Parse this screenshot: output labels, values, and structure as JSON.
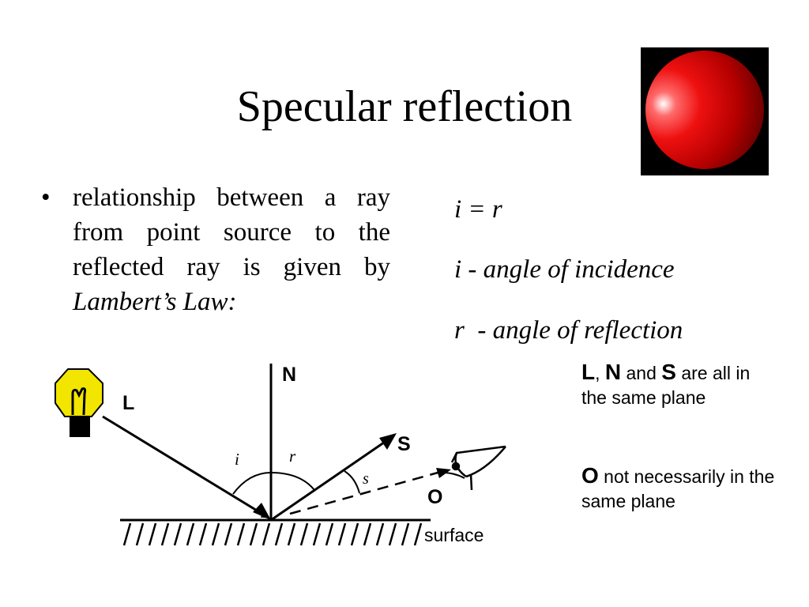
{
  "slide": {
    "title": "Specular reflection"
  },
  "bullet": {
    "marker": "•",
    "text_main": "relationship between a ray from point source to the reflected ray is given by ",
    "text_emph": "Lambert’s Law:"
  },
  "equations": {
    "eq1": "i = r",
    "eq2": "i - angle of incidence",
    "eq3": "r  - angle of reflection"
  },
  "note": {
    "line1_L": "L",
    "line1_comma": ",",
    "line1_N": "N",
    "line1_and": "and",
    "line1_S": "S",
    "line1_rest": "are all in the same plane",
    "line2_O": "O",
    "line2_rest": "not necessarily in the same plane"
  },
  "diagram": {
    "label_N": "N",
    "label_L": "L",
    "label_S": "S",
    "label_O": "O",
    "label_i": "i",
    "label_r": "r",
    "label_s": "s",
    "label_surface": "surface"
  },
  "colors": {
    "bulb": "#f2e600",
    "ball": "#e00000",
    "ball_bg": "#000000"
  },
  "icons": {
    "light_bulb": "light-bulb-icon",
    "eye": "eye-icon",
    "sphere": "red-sphere-image"
  }
}
